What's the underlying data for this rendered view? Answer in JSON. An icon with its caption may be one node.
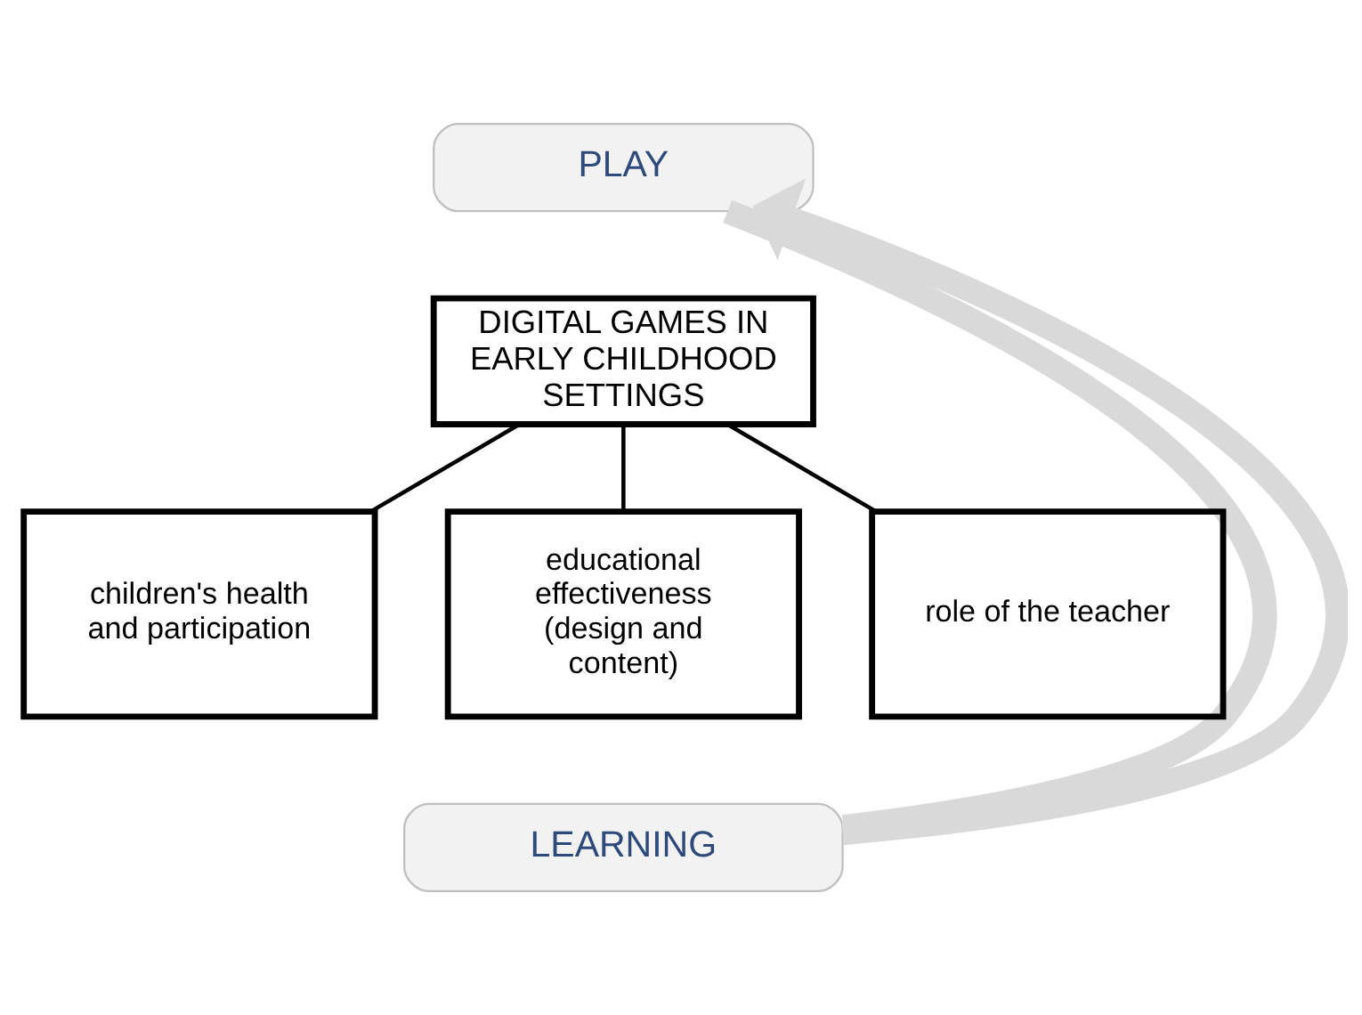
{
  "diagram": {
    "nodes": [
      {
        "text": [
          "PLAY"
        ]
      },
      {
        "text": [
          "DIGITAL GAMES IN EARLY CHILDHOOD SETTINGS"
        ]
      },
      {
        "text": [
          "children's health and participation"
        ]
      },
      {
        "text": [
          "educational effectiveness (design and content)"
        ]
      },
      {
        "text": [
          "role of the teacher"
        ]
      },
      {
        "text": [
          "LEARNING"
        ]
      }
    ],
    "edges": [
      {
        "from": 1,
        "to": 2,
        "arrow": "none"
      },
      {
        "from": 1,
        "to": 3,
        "arrow": "none"
      },
      {
        "from": 1,
        "to": 4,
        "arrow": "none"
      },
      {
        "from": 5,
        "to": 0,
        "arrow": "to",
        "style": "thick",
        "color": "#d9d9d9"
      },
      {
        "from": 0,
        "to": 5,
        "arrow": "none",
        "style": "thick",
        "color": "#d9d9d9"
      }
    ]
  }
}
